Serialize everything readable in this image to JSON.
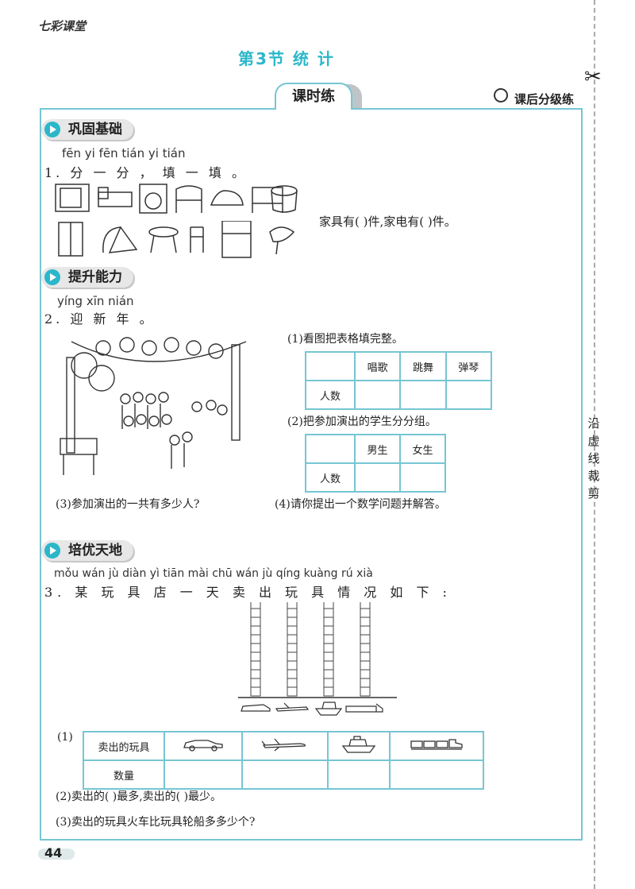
{
  "header": {
    "brand": "七彩课堂",
    "section_title": "第3节  统      计",
    "tab_label": "课时练",
    "grade_label": "课后分级练"
  },
  "side": {
    "cut_text": "沿虚线裁剪"
  },
  "sections": {
    "basic": "巩固基础",
    "improve": "提升能力",
    "advanced": "培优天地"
  },
  "q1": {
    "pinyin": "fēn yi fēn  tián yi tián",
    "title": "1. 分 一 分 ， 填 一 填 。",
    "answer_text": "家具有(      )件,家电有(      )件。",
    "items_row1": [
      "tv-icon",
      "bed-icon",
      "washer-icon",
      "chair-icon",
      "iron-icon",
      "table-icon",
      "rice-cooker-icon"
    ],
    "items_row2": [
      "wardrobe-icon",
      "vacuum-icon",
      "round-table-icon",
      "wood-chair-icon",
      "fridge-icon",
      "hairdryer-icon"
    ]
  },
  "q2": {
    "pinyin": "yíng xīn nián",
    "title": "2. 迎  新  年 。",
    "sub1": "(1)看图把表格填完整。",
    "table1_headers": [
      "唱歌",
      "跳舞",
      "弹琴"
    ],
    "table1_row_label": "人数",
    "sub2": "(2)把参加演出的学生分分组。",
    "table2_headers": [
      "男生",
      "女生"
    ],
    "table2_row_label": "人数",
    "sub3": "(3)参加演出的一共有多少人?",
    "sub4": "(4)请你提出一个数学问题并解答。"
  },
  "q3": {
    "pinyin": "mǒu wán jù diàn yì tiān mài chū wán jù qíng kuàng rú xià",
    "title": "3. 某 玩 具 店 一 天 卖 出 玩 具 情  况 如 下 :",
    "chart_data": {
      "type": "bar",
      "categories": [
        "car",
        "plane",
        "ship",
        "train"
      ],
      "values": [
        11,
        11,
        12,
        11
      ],
      "title": "",
      "xlabel": "",
      "ylabel": ""
    },
    "table_label": "(1)",
    "table_row1_label": "卖出的玩具",
    "table_row2_label": "数量",
    "sub2": "(2)卖出的(          )最多,卖出的(          )最少。",
    "sub3": "(3)卖出的玩具火车比玩具轮船多多少个?"
  },
  "footer": {
    "page_number": "44"
  },
  "colors": {
    "accent": "#2bb7c9",
    "frame": "#76c6d3"
  }
}
